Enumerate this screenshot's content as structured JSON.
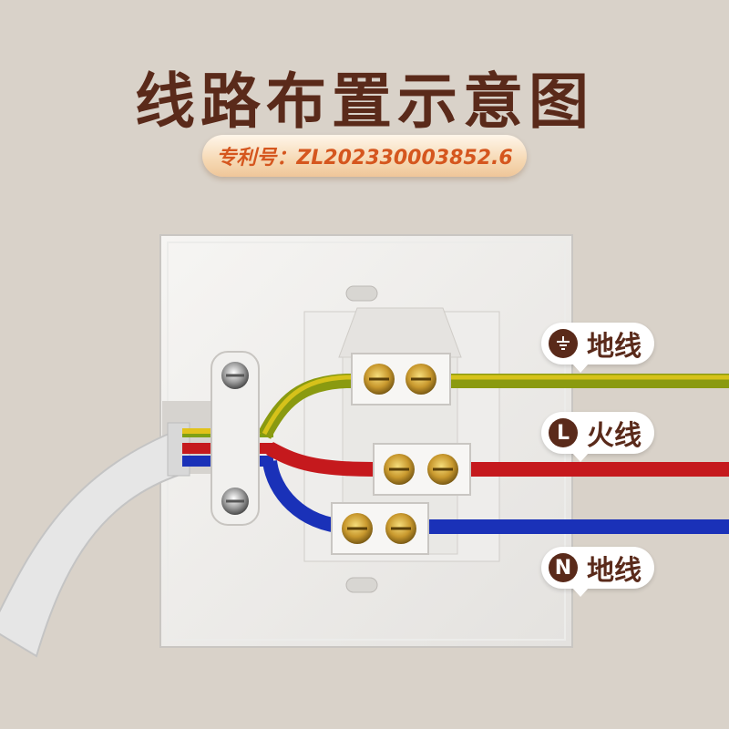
{
  "title": "线路布置示意图",
  "patent": "专利号：ZL202330003852.6",
  "labels": [
    {
      "badge": "",
      "text": "地线",
      "icon": "ground-icon"
    },
    {
      "badge": "L",
      "text": "火线",
      "icon": "L-letter-icon"
    },
    {
      "badge": "N",
      "text": "地线",
      "icon": "N-letter-icon"
    }
  ],
  "colors": {
    "ground_wire": "#8a9a10",
    "ground_stripe": "#e2c21a",
    "live_wire": "#c5191d",
    "neutral_wire": "#1a31b8",
    "accent_brown": "#5a2a1a",
    "patent_text": "#d5561e"
  }
}
